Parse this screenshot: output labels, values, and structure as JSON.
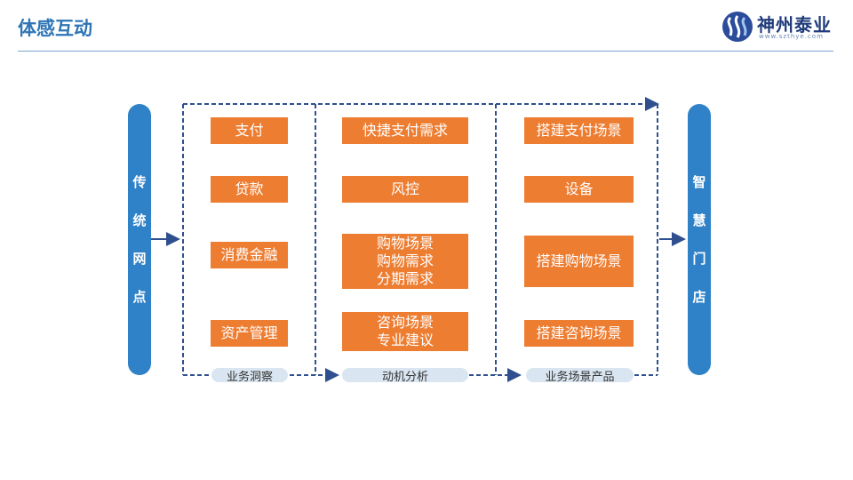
{
  "header": {
    "title": "体感互动"
  },
  "logo": {
    "name": "神州泰业",
    "sub": "www.szthye.com"
  },
  "left_pill": {
    "chars": [
      "传",
      "统",
      "网",
      "点"
    ]
  },
  "right_pill": {
    "chars": [
      "智",
      "慧",
      "门",
      "店"
    ]
  },
  "columns": [
    {
      "label": "业务洞察",
      "items": [
        [
          "支付"
        ],
        [
          "贷款"
        ],
        [
          "消费金融"
        ],
        [
          "资产管理"
        ]
      ]
    },
    {
      "label": "动机分析",
      "items": [
        [
          "快捷支付需求"
        ],
        [
          "风控"
        ],
        [
          "购物场景",
          "购物需求",
          "分期需求"
        ],
        [
          "咨询场景",
          "专业建议"
        ]
      ]
    },
    {
      "label": "业务场景产品",
      "items": [
        [
          "搭建支付场景"
        ],
        [
          "设备"
        ],
        [
          "搭建购物场景"
        ],
        [
          "搭建咨询场景"
        ]
      ]
    }
  ],
  "colors": {
    "accent": "#2e75b6",
    "pill": "#2f82c7",
    "box": "#ed7d31",
    "dash": "#2f4f8f",
    "label_bg": "#d9e6f1"
  }
}
